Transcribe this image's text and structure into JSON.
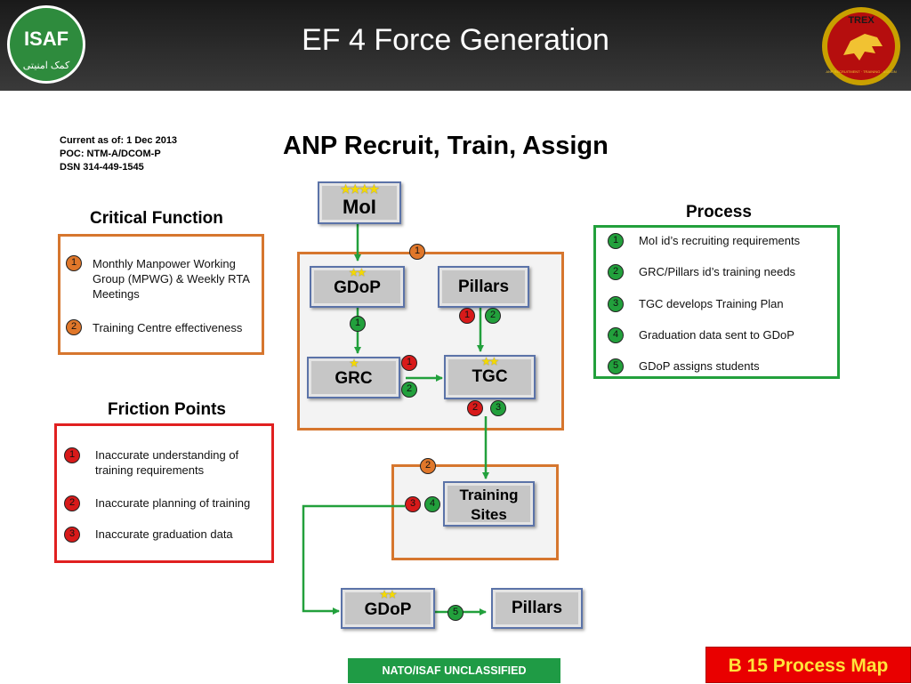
{
  "header": {
    "title": "EF 4 Force Generation",
    "isaf_logo": {
      "text": "ISAF",
      "subtext": "کمک امنیتی"
    },
    "trex_logo": {
      "text": "TREX",
      "motto": "ANP RECRUITMENT · TRAINING · ASSIGN"
    }
  },
  "meta": {
    "current_as_of": "Current as of:  1 Dec 2013",
    "poc": "POC: NTM-A/DCOM-P",
    "dsn": "DSN 314-449-1545"
  },
  "main_title": "ANP Recruit, Train, Assign",
  "critical_function": {
    "title": "Critical Function",
    "items": [
      {
        "num": "1",
        "text": "Monthly Manpower Working Group (MPWG) & Weekly RTA Meetings"
      },
      {
        "num": "2",
        "text": "Training Centre effectiveness"
      }
    ]
  },
  "friction_points": {
    "title": "Friction Points",
    "items": [
      {
        "num": "1",
        "text": "Inaccurate understanding of training requirements"
      },
      {
        "num": "2",
        "text": "Inaccurate planning of training"
      },
      {
        "num": "3",
        "text": "Inaccurate graduation data"
      }
    ]
  },
  "process": {
    "title": "Process",
    "items": [
      {
        "num": "1",
        "text": "MoI id’s recruiting requirements"
      },
      {
        "num": "2",
        "text": "GRC/Pillars id’s training needs"
      },
      {
        "num": "3",
        "text": "TGC develops Training Plan"
      },
      {
        "num": "4",
        "text": "Graduation data sent to GDoP"
      },
      {
        "num": "5",
        "text": "GDoP assigns students"
      }
    ]
  },
  "diagram": {
    "nodes": {
      "moi": {
        "label": "MoI",
        "stars": "★★★★"
      },
      "gdop_top": {
        "label": "GDoP",
        "stars": "★★"
      },
      "pillars_top": {
        "label": "Pillars"
      },
      "grc": {
        "label": "GRC",
        "stars": "★"
      },
      "tgc": {
        "label": "TGC",
        "stars": "★★"
      },
      "training_sites": {
        "label": "Training Sites"
      },
      "gdop_bottom": {
        "label": "GDoP",
        "stars": "★★"
      },
      "pillars_bottom": {
        "label": "Pillars"
      }
    },
    "badges": {
      "zone1": "1",
      "zone2": "2",
      "gdop_grc": "1",
      "pillars_tgc_red": "1",
      "pillars_tgc_green": "2",
      "grc_red": "1",
      "grc_green": "2",
      "tgc_red": "2",
      "tgc_green": "3",
      "ts_red": "3",
      "ts_green": "4",
      "bottom_green": "5"
    }
  },
  "footer": {
    "classification": "NATO/ISAF UNCLASSIFIED",
    "tag": "B 15 Process Map"
  },
  "colors": {
    "header_bg": "#2a2a2a",
    "orange": "#d6762e",
    "red": "#e02020",
    "green": "#22a03c",
    "node_border": "#5b73a8",
    "tag_bg": "#e90000",
    "tag_text": "#ffe43a"
  }
}
